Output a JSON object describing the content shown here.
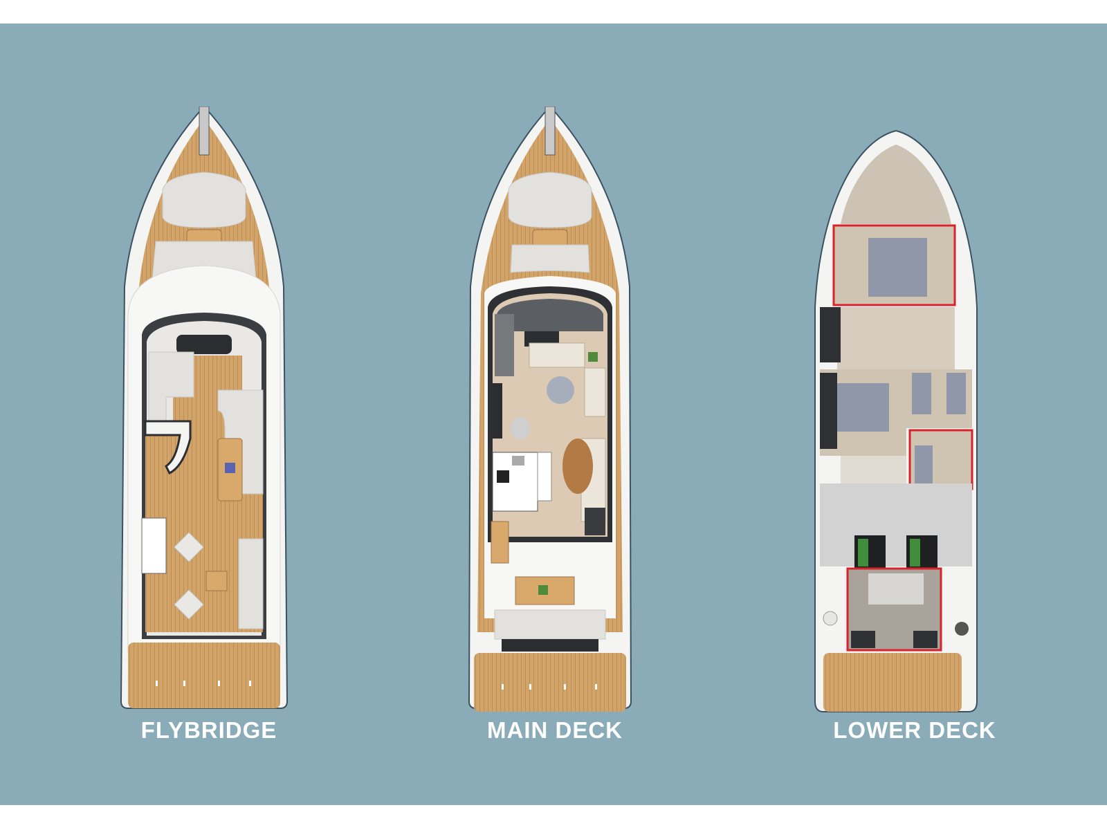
{
  "decks": {
    "flybridge": {
      "label": "FLYBRIDGE"
    },
    "main_deck": {
      "label": "MAIN DECK"
    },
    "lower_deck": {
      "label": "LOWER DECK"
    }
  },
  "colors": {
    "sea": "#8aacb9",
    "teak": "#d2a46a",
    "hull": "#f4f4f2",
    "cushion": "#e2e1de",
    "floor": "#cdbfae",
    "dark": "#2f3033",
    "berth": "#8f97a8",
    "highlight": "#d9222a",
    "label": "#ffffff"
  }
}
